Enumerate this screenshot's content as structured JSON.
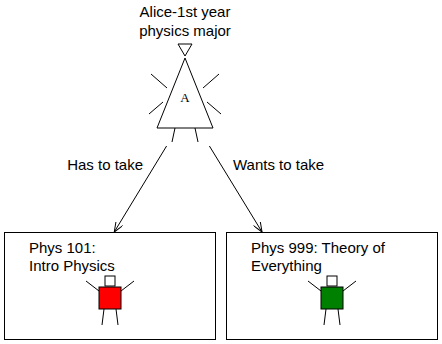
{
  "diagram": {
    "nodes": [
      {
        "text": [
          "Alice-1st year physics major",
          "A"
        ]
      },
      {
        "text": [
          "Phys 101: Intro Physics"
        ]
      },
      {
        "text": [
          "Phys 999: Theory of Everything"
        ]
      }
    ],
    "edges": [
      {
        "from": 0,
        "to": 1,
        "label": "Has to take",
        "arrow": "to"
      },
      {
        "from": 0,
        "to": 2,
        "label": "Wants to take",
        "arrow": "to"
      }
    ]
  }
}
